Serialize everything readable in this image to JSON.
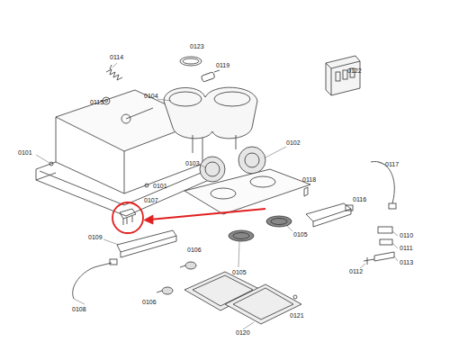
{
  "diagram": {
    "labels": [
      "0123",
      "0114",
      "0119",
      "0122",
      "0115",
      "0104",
      "0101",
      "0103",
      "0102",
      "0117",
      "0118",
      "0101",
      "0107",
      "0116",
      "0109",
      "0106",
      "0105",
      "0105",
      "0110",
      "0111",
      "0112",
      "0113",
      "0108",
      "0106",
      "0121",
      "0120"
    ]
  }
}
